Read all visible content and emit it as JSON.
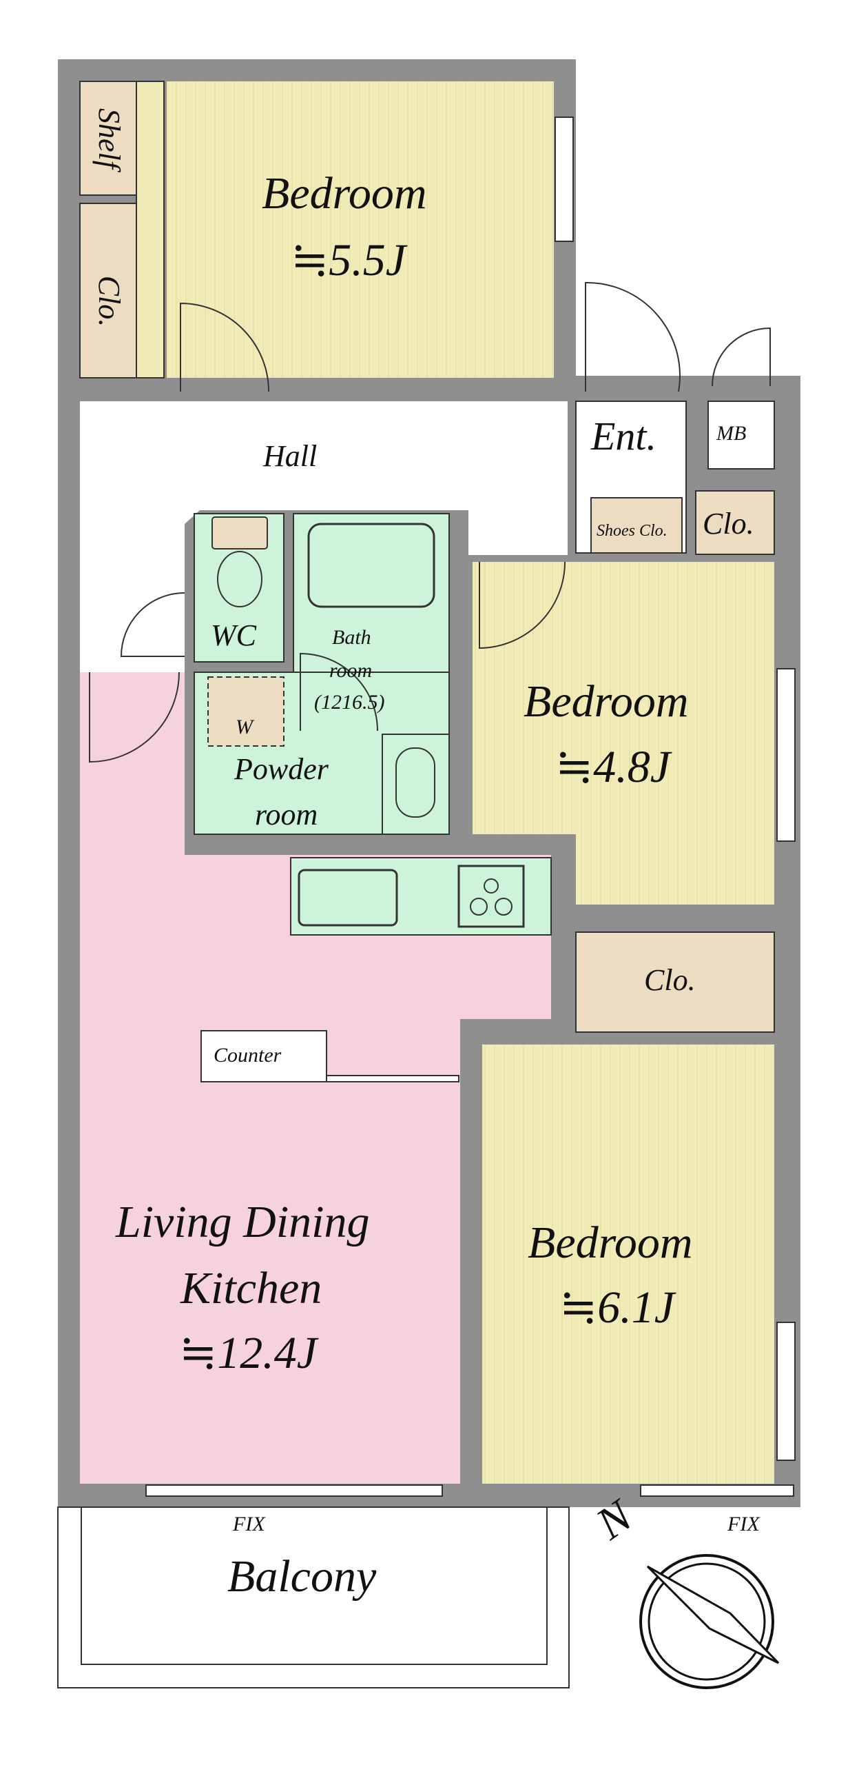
{
  "colors": {
    "wall": "#8f8f8f",
    "bedroom": "#f1ebb8",
    "closet": "#ecdcc2",
    "wet_area": "#cdf3d8",
    "ldk": "#f6d2df",
    "hall": "#ffffff",
    "outline": "#333333"
  },
  "rooms": {
    "bedroom_1": {
      "name": "Bedroom",
      "size": "≒5.5J"
    },
    "bedroom_2": {
      "name": "Bedroom",
      "size": "≒4.8J"
    },
    "bedroom_3": {
      "name": "Bedroom",
      "size": "≒6.1J"
    },
    "ldk": {
      "line1": "Living Dining",
      "line2": "Kitchen",
      "size": "≒12.4J"
    },
    "hall": "Hall",
    "entrance": "Ent.",
    "mb": "MB",
    "shoes_closet": "Shoes Clo.",
    "closet_entrance": "Clo.",
    "closet_middle": "Clo.",
    "closet_top_left": "Clo.",
    "shelf": "Shelf",
    "wc": "WC",
    "bathroom": {
      "line1": "Bath",
      "line2": "room",
      "line3": "(1216.5)"
    },
    "washer": "W",
    "powder_room": {
      "line1": "Powder",
      "line2": "room"
    },
    "counter": "Counter",
    "balcony": "Balcony"
  },
  "windows": {
    "fix_left": "FIX",
    "fix_right": "FIX"
  },
  "compass": {
    "north": "N"
  }
}
